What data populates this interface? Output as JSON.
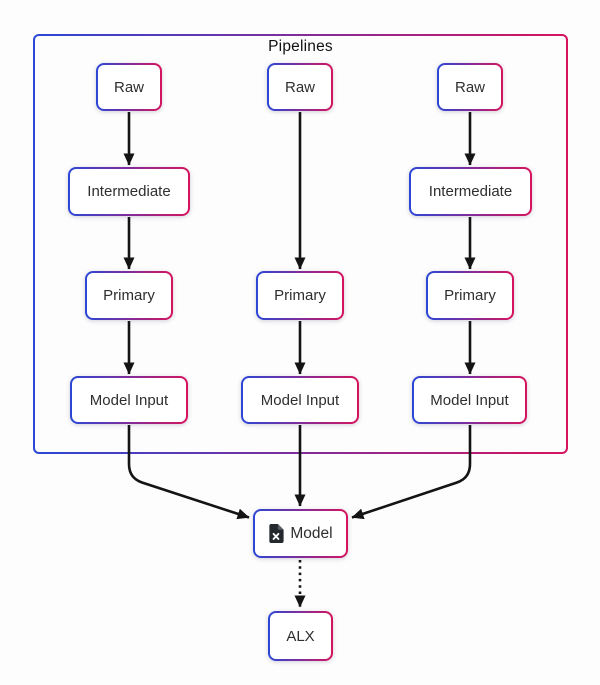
{
  "diagram": {
    "title": "Pipelines",
    "type": "flowchart"
  },
  "colors": {
    "gradient_start": "#2b47d6",
    "gradient_end": "#d6145e",
    "arrow_color": "#141414",
    "text_color": "#2e2e2e",
    "title_color": "#111111"
  },
  "pipelines": [
    {
      "id": "left",
      "nodes": [
        {
          "label": "Raw"
        },
        {
          "label": "Intermediate"
        },
        {
          "label": "Primary"
        },
        {
          "label": "Model Input"
        }
      ]
    },
    {
      "id": "middle",
      "nodes": [
        {
          "label": "Raw"
        },
        {
          "label": "Primary"
        },
        {
          "label": "Model Input"
        }
      ]
    },
    {
      "id": "right",
      "nodes": [
        {
          "label": "Raw"
        },
        {
          "label": "Intermediate"
        },
        {
          "label": "Primary"
        },
        {
          "label": "Model Input"
        }
      ]
    }
  ],
  "model": {
    "label": "Model",
    "icon": "spreadsheet-file-icon"
  },
  "output": {
    "label": "ALX"
  }
}
